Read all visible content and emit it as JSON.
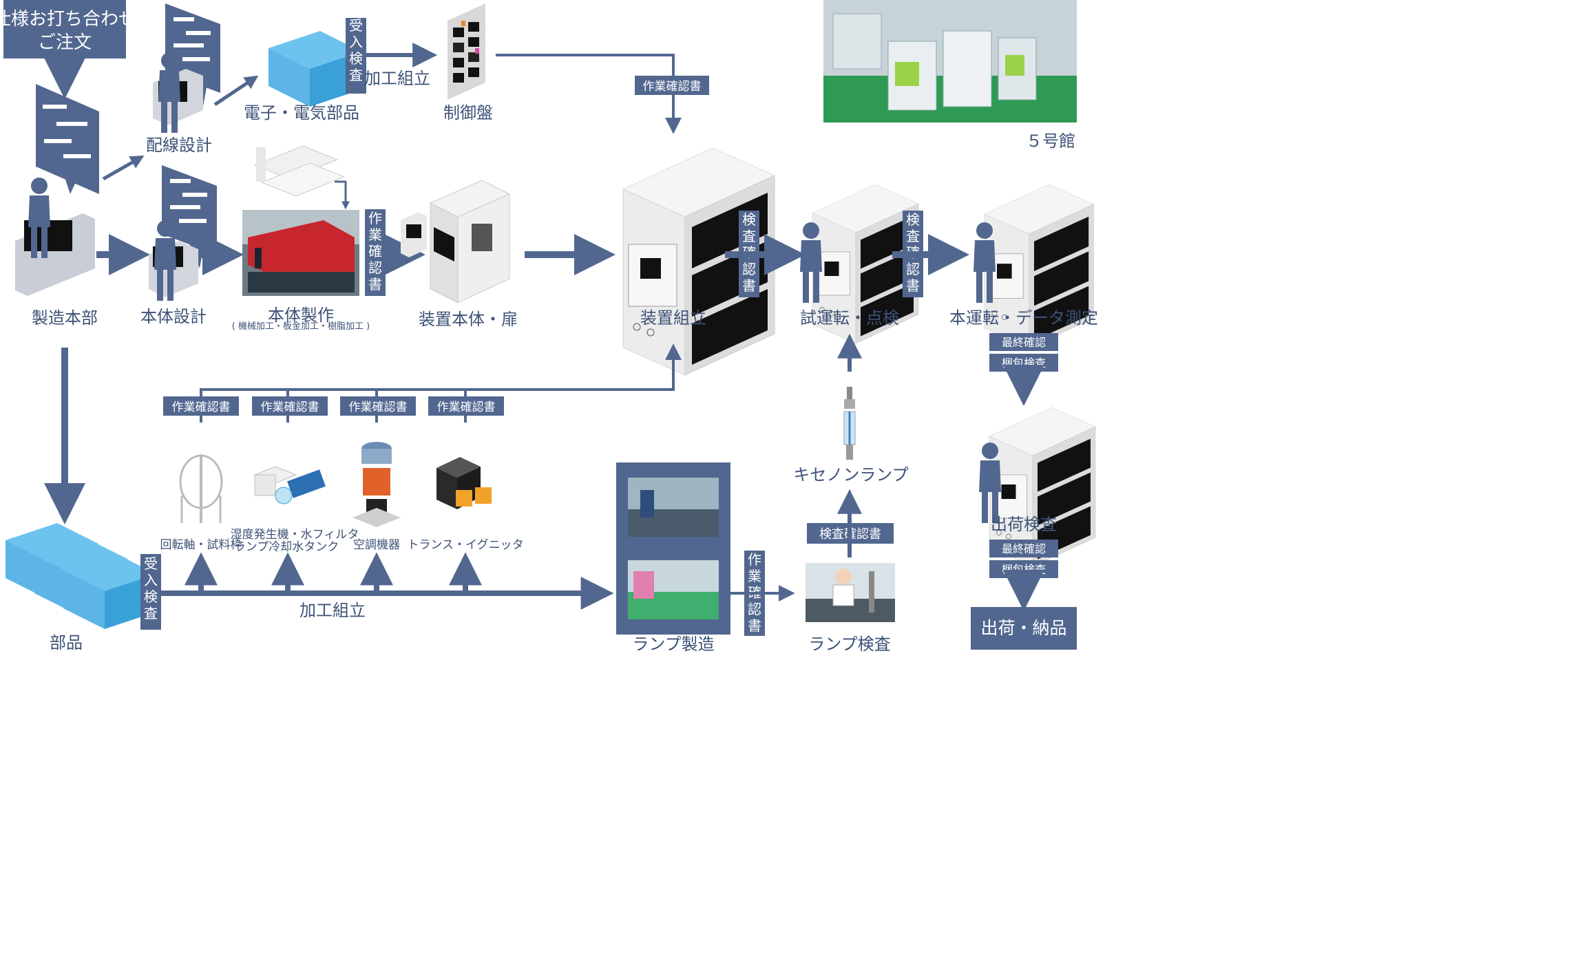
{
  "nodes": {
    "order": {
      "line1": "仕様お打ち合わせ",
      "line2": "ご注文"
    },
    "hq": "製造本部",
    "wiring_design": "配線設計",
    "body_design": "本体設計",
    "electronic_parts": "電子・電気部品",
    "control_panel": "制御盤",
    "body_fabrication": "本体製作",
    "body_fabrication_sub": "( 機械加工・板金加工・樹脂加工 )",
    "device_body": "装置本体・扉",
    "assembly": "装置組立",
    "trial_run": "試運転・点検",
    "final_run": "本運転・データ測定",
    "shipping_inspection": "出荷検査",
    "delivery": "出荷・納品",
    "parts": "部品",
    "rotation_shaft": "回転軸・試料枠",
    "humidifier": "湿度発生機・水フィルタ",
    "lamp_tank": "ランプ冷却水タンク",
    "aircon": "空調機器",
    "transformer": "トランス・イグニッタ",
    "lamp_manufacturing": "ランプ製造",
    "xenon_lamp": "キセノンランプ",
    "lamp_inspection": "ランプ検査",
    "building": "５号館"
  },
  "tags": {
    "receiving_inspection": "受入検査",
    "processing_assembly": "加工組立",
    "work_confirmation": "作業確認書",
    "inspection_confirmation": "検査確認書",
    "final_confirmation": "最終確認",
    "packing_inspection": "梱包検査"
  },
  "colors": {
    "accent": "#52678f",
    "text": "#3d5277",
    "machine_light": "#f2f2f2",
    "machine_side": "#d9d9d9",
    "panel_dark": "#111111",
    "box_blue": "#3aa0d8",
    "box_blue_top": "#6cc3ee",
    "factory_green": "#2e9a53"
  },
  "icons": [
    "person-at-desk-icon",
    "blueprint-icon",
    "cardboard-box-icon",
    "control-panel-icon",
    "laser-cutter-photo",
    "test-chamber-icon",
    "xenon-lamp-icon",
    "factory-photo"
  ]
}
